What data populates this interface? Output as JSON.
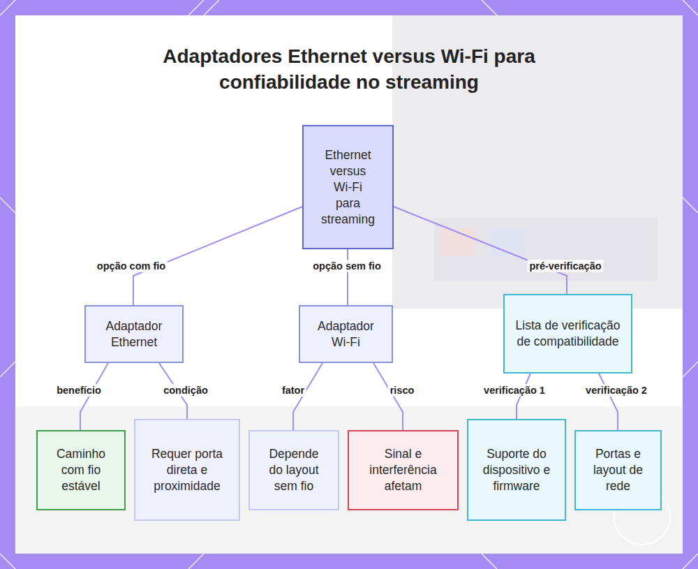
{
  "diagram": {
    "title": "Adaptadores Ethernet versus Wi-Fi para confiabilidade no streaming",
    "nodes": [
      {
        "text": [
          "Ethernet versus Wi-Fi para streaming"
        ]
      },
      {
        "text": [
          "Adaptador Ethernet"
        ]
      },
      {
        "text": [
          "Adaptador Wi-Fi"
        ]
      },
      {
        "text": [
          "Lista de verificação de compatibilidade"
        ]
      },
      {
        "text": [
          "Caminho com fio estável"
        ]
      },
      {
        "text": [
          "Requer porta direta e proximidade"
        ]
      },
      {
        "text": [
          "Depende do layout sem fio"
        ]
      },
      {
        "text": [
          "Sinal e interferência afetam"
        ]
      },
      {
        "text": [
          "Suporte do dispositivo e firmware"
        ]
      },
      {
        "text": [
          "Portas e layout de rede"
        ]
      }
    ],
    "edges": [
      {
        "from": 0,
        "to": 1,
        "label": "opção com fio",
        "arrow": "none"
      },
      {
        "from": 0,
        "to": 2,
        "label": "opção sem fio",
        "arrow": "none"
      },
      {
        "from": 0,
        "to": 3,
        "label": "pré-verificação",
        "arrow": "none"
      },
      {
        "from": 1,
        "to": 4,
        "label": "benefício",
        "arrow": "none"
      },
      {
        "from": 1,
        "to": 5,
        "label": "condição",
        "arrow": "none"
      },
      {
        "from": 2,
        "to": 6,
        "label": "fator",
        "arrow": "none"
      },
      {
        "from": 2,
        "to": 7,
        "label": "risco",
        "arrow": "none"
      },
      {
        "from": 3,
        "to": 8,
        "label": "verificação 1",
        "arrow": "none"
      },
      {
        "from": 3,
        "to": 9,
        "label": "verificação 2",
        "arrow": "none"
      }
    ]
  }
}
